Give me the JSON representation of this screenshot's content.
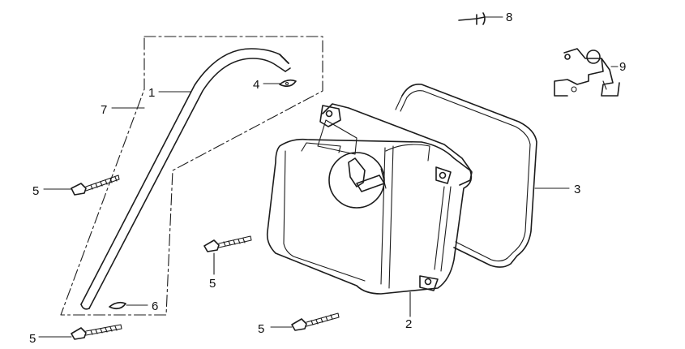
{
  "callouts": [
    {
      "id": "c1",
      "label": "1"
    },
    {
      "id": "c2",
      "label": "2"
    },
    {
      "id": "c3",
      "label": "3"
    },
    {
      "id": "c4",
      "label": "4"
    },
    {
      "id": "c5a",
      "label": "5"
    },
    {
      "id": "c5b",
      "label": "5"
    },
    {
      "id": "c5c",
      "label": "5"
    },
    {
      "id": "c5d",
      "label": "5"
    },
    {
      "id": "c6",
      "label": "6"
    },
    {
      "id": "c7",
      "label": "7"
    },
    {
      "id": "c8",
      "label": "8"
    },
    {
      "id": "c9",
      "label": "9"
    }
  ]
}
